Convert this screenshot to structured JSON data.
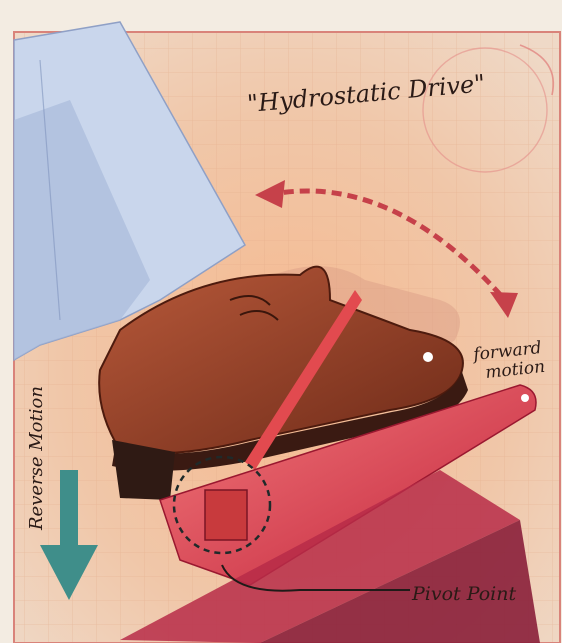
{
  "annotations": {
    "title": "\"Hydrostatic Drive\"",
    "forward_line1": "forward",
    "forward_line2": "motion",
    "reverse": "Reverse Motion",
    "pivot": "Pivot Point"
  },
  "icons": {
    "forward_arrow": "curved-arrow",
    "reverse_arrow": "down-arrow",
    "pivot_marker": "dashed-circle"
  },
  "colors": {
    "paper": "#f3ece2",
    "grid_wash": "#f2c9a6",
    "pedal_red": "#d8383a",
    "shoe_brown": "#8a3a22",
    "trouser_blue": "#c9d6ec",
    "arrow_teal": "#3f8e8a",
    "ink": "#2a1a16"
  }
}
